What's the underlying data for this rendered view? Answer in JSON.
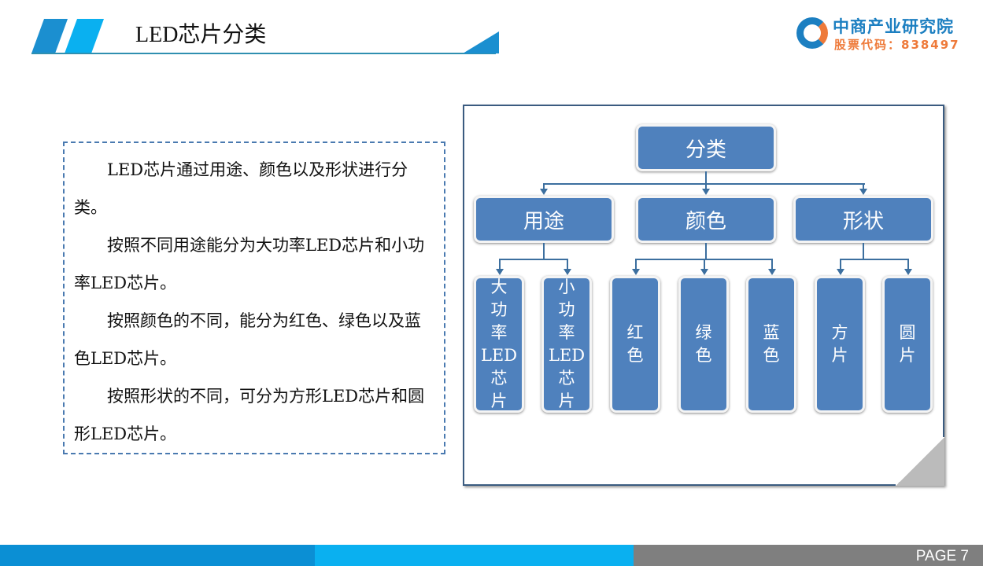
{
  "header": {
    "title": "LED芯片分类",
    "logo_name": "中商产业研究院",
    "logo_code": "股票代码：838497"
  },
  "text": [
    "　　LED芯片通过用途、颜色以及形状进行分类。",
    "　　按照不同用途能分为大功率LED芯片和小功率LED芯片。",
    "　　按照颜色的不同，能分为红色、绿色以及蓝色LED芯片。",
    "　　按照形状的不同，可分为方形LED芯片和圆形LED芯片。"
  ],
  "diagram": {
    "root": "分类",
    "categories": [
      "用途",
      "颜色",
      "形状"
    ],
    "leaves": [
      "大\n功\n率\nLED\n芯\n片",
      "小\n功\n率\nLED\n芯\n片",
      "红\n色",
      "绿\n色",
      "蓝\n色",
      "方\n片",
      "圆\n片"
    ]
  },
  "footer": {
    "page": "PAGE  7"
  },
  "colors": {
    "node": "#4f81bd",
    "accent": "#1b8fd0",
    "footer_blue": "#0b8fd4",
    "footer_light": "#0ab0f0",
    "footer_gray": "#7f7f7f"
  }
}
